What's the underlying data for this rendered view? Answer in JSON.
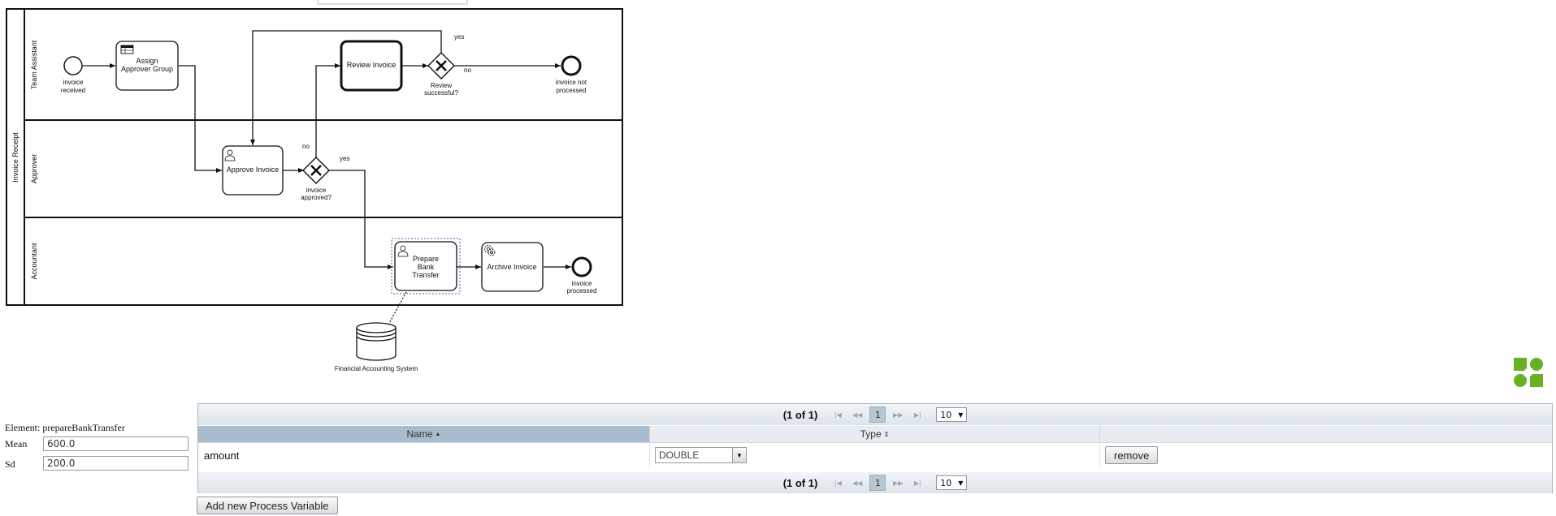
{
  "diagram": {
    "pool": "Invoice Receipt",
    "lanes": [
      "Team Assistant",
      "Approver",
      "Accountant"
    ],
    "events": {
      "start": [
        "invoice",
        "received"
      ],
      "not_processed": [
        "invoice not",
        "processed"
      ],
      "processed": [
        "invoice",
        "processed"
      ]
    },
    "tasks": {
      "assign": [
        "Assign",
        "Approver Group"
      ],
      "review": "Review Invoice",
      "approve": "Approve Invoice",
      "prepare": [
        "Prepare",
        "Bank",
        "Transfer"
      ],
      "archive": "Archive Invoice"
    },
    "gateways": {
      "review": [
        "Review",
        "successful?"
      ],
      "approved": [
        "invoice",
        "approved?"
      ]
    },
    "flow_labels": {
      "yes": "yes",
      "no": "no"
    },
    "datastore": "Financial Accounting System"
  },
  "element": {
    "label": "Element:",
    "id": "prepareBankTransfer"
  },
  "params": {
    "mean_label": "Mean",
    "mean_value": "600.0",
    "sd_label": "Sd",
    "sd_value": "200.0"
  },
  "table": {
    "page_info": "(1 of 1)",
    "current_page": "1",
    "rows_per_page": "10",
    "columns": {
      "name": "Name",
      "type": "Type"
    },
    "rows": [
      {
        "name": "amount",
        "type": "DOUBLE",
        "action": "remove"
      }
    ]
  },
  "add_button": "Add new Process Variable",
  "colors": {
    "logo": "#6ab023",
    "header_selected": "#a9bccd",
    "pager_bg": "#dce4eb"
  }
}
